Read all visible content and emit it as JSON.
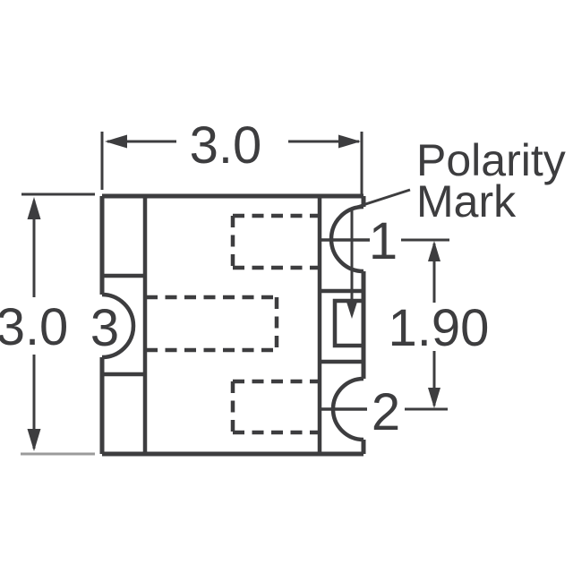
{
  "labels": {
    "width_dim": "3.0",
    "height_dim": "3.0",
    "pitch_dim": "1.90",
    "pin_1": "1",
    "pin_2": "2",
    "pin_3": "3",
    "polarity_word_1": "Polarity",
    "polarity_word_2": "Mark"
  },
  "colors": {
    "line": "#3d3d3f",
    "muted_line": "#9b9b9b",
    "background": "#ffffff"
  }
}
